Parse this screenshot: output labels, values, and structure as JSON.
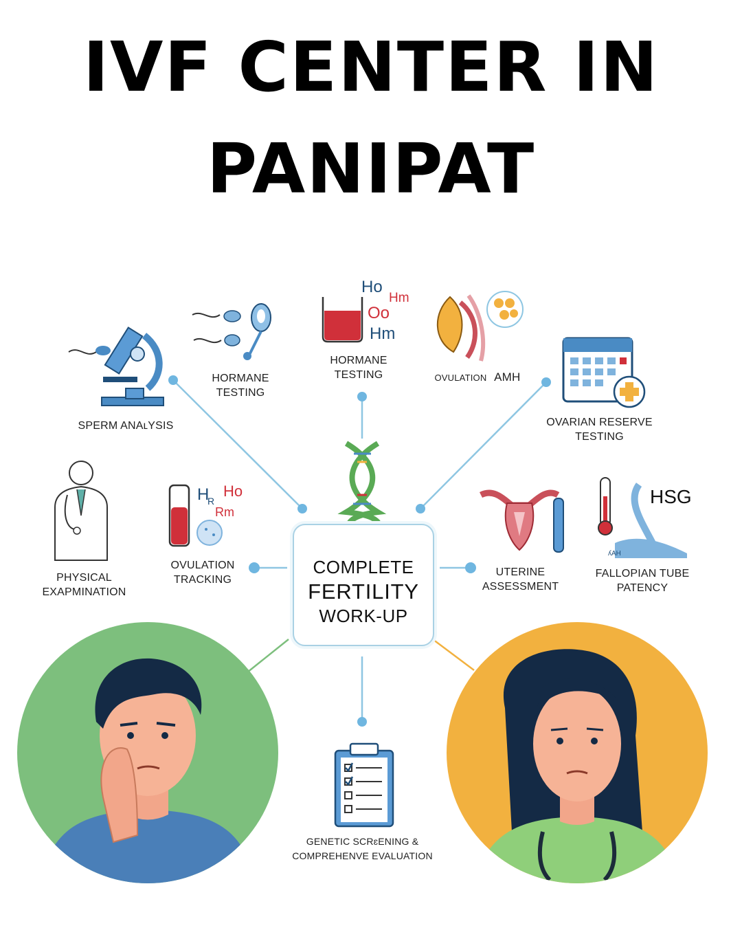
{
  "title": {
    "line1": "IVF CENTER IN",
    "line2": "PANIPAT"
  },
  "hub": {
    "line1": "COMPLETE",
    "line2": "FERTILITY",
    "line3": "WORK-UP"
  },
  "nodes": {
    "sperm_analysis": {
      "line1": "SPERM ANAʟYSIS"
    },
    "hormane_testing_left": {
      "line1": "HORMANE",
      "line2": "TESTING"
    },
    "hormane_testing_center": {
      "line1": "HORMANE",
      "line2": "TESTING"
    },
    "ovulation_amh": {
      "line1": "OVULATION",
      "line2": "AMH"
    },
    "ovarian_reserve": {
      "line1": "OVARIAN RESERVE",
      "line2": "TESTING"
    },
    "physical_exam": {
      "line1": "PHYSICAL",
      "line2": "EXAPMINATION"
    },
    "ovulation_tracking": {
      "line1": "OVULATION",
      "line2": "TRACKING"
    },
    "uterine_assessment": {
      "line1": "UTERINE",
      "line2": "ASSESSMENT"
    },
    "fallopian_tube": {
      "line1": "FALLOPIAN TUBE",
      "line2": "PATENCY"
    },
    "genetic_screening": {
      "line1": "GENETIC SCRɛENING &",
      "line2": "COMPREHENVE EVALUATION"
    }
  },
  "icon_text": {
    "hormone_top": [
      "Ho",
      "Hm",
      "Oo",
      "Hm"
    ],
    "hormone_left": [
      "H",
      "R",
      "Ho",
      "Rm"
    ],
    "hsg": "HSG",
    "hsg_small": "ʎAH"
  },
  "colors": {
    "connector": "#8ec6e2",
    "connector_dot": "#6fb6e0",
    "hub_border": "#a9d1e4",
    "left_circle": "#7dbf7d",
    "right_circle": "#f2b13f",
    "icon_blue": "#4a8bc4",
    "icon_red": "#d0303a",
    "dna_green": "#5aaa55"
  },
  "icons": [
    "microscope-icon",
    "sperm-icon",
    "test-tube-icon",
    "ovary-icon",
    "calendar-icon",
    "doctor-icon",
    "blood-tube-icon",
    "dna-icon",
    "uterus-icon",
    "thermometer-icon",
    "clipboard-icon",
    "man-portrait",
    "woman-portrait"
  ]
}
